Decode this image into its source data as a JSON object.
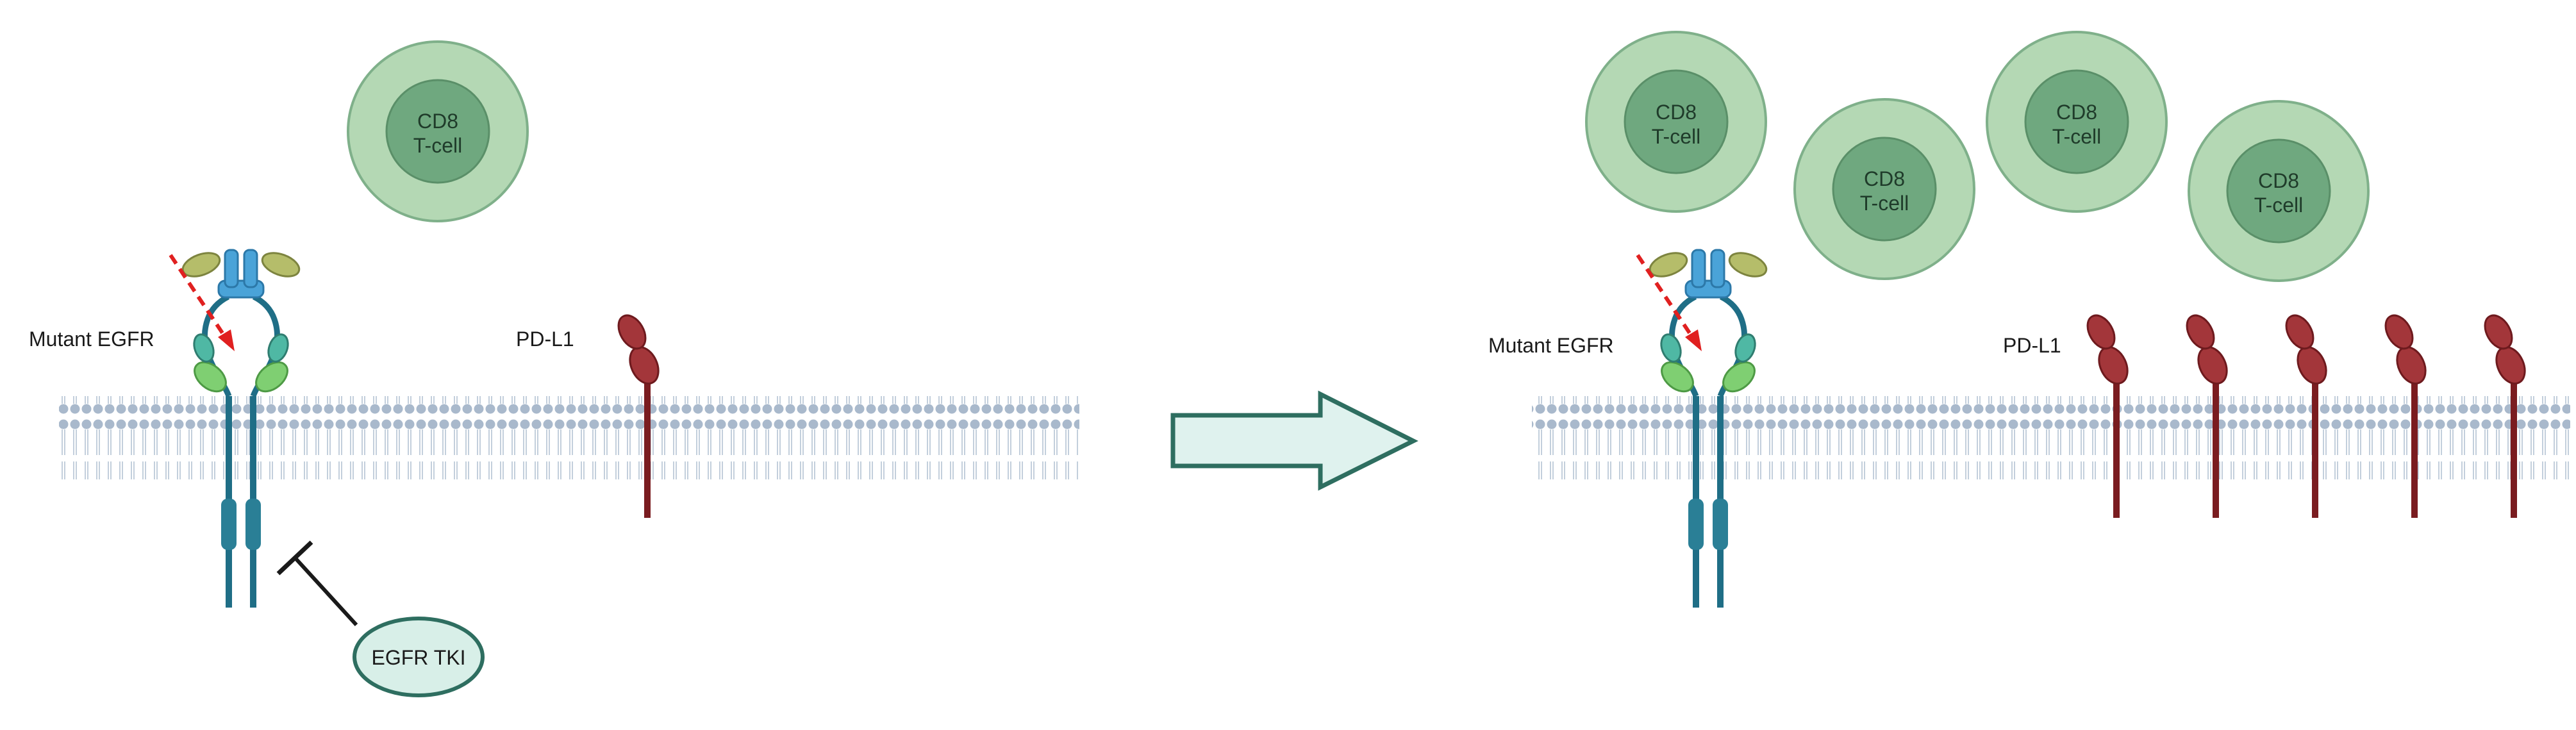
{
  "left_panel": {
    "receptor_label": "Mutant EGFR",
    "ligand_label": "PD-L1",
    "inhibitor_label": "EGFR TKI",
    "t_cell": {
      "line1": "CD8",
      "line2": "T-cell"
    }
  },
  "right_panel": {
    "receptor_label": "Mutant EGFR",
    "ligand_label": "PD-L1",
    "t_cells": [
      {
        "line1": "CD8",
        "line2": "T-cell"
      },
      {
        "line1": "CD8",
        "line2": "T-cell"
      },
      {
        "line1": "CD8",
        "line2": "T-cell"
      },
      {
        "line1": "CD8",
        "line2": "T-cell"
      }
    ],
    "pdl1_count": 5
  },
  "colors": {
    "cell_outer": "#b4d8b4",
    "cell_inner": "#6fa87f",
    "cell_outline": "#7fb08a",
    "pdl1": "#a3363a",
    "pdl1_stalk": "#7a1c20",
    "membrane_head": "#a9b9cc",
    "membrane_tail": "#c8d3df",
    "egfr_stalk": "#1f6e86",
    "egfr_blue": "#4aa3d8",
    "egfr_olive": "#b5bd6a",
    "egfr_green": "#7fcf72",
    "egfr_teal": "#4fb8a4",
    "arrow_fill": "#dff2ee",
    "arrow_stroke": "#2e6e60",
    "mutation_arrow": "#e02020",
    "tki_fill": "#d8efe8",
    "tki_stroke": "#2e6e60"
  }
}
